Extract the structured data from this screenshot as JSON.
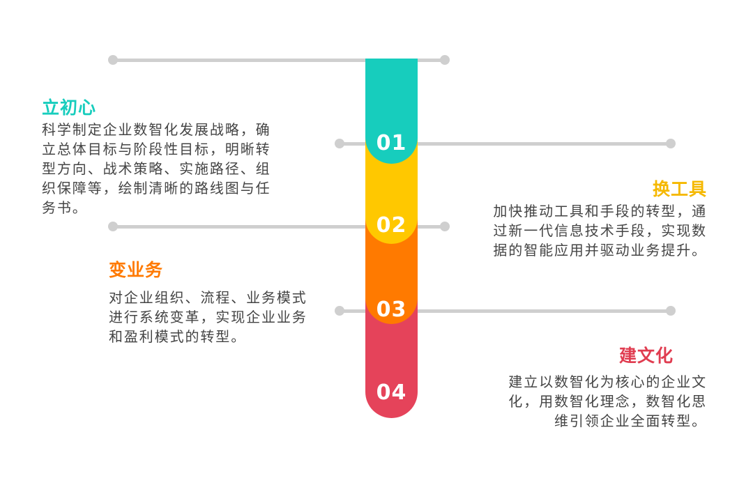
{
  "colors": {
    "teal": "#17cdbd",
    "yellow": "#ffc800",
    "orange": "#ff7a00",
    "red": "#e5435a",
    "line": "#cfcfcf",
    "text": "#444444"
  },
  "steps": [
    {
      "number": "01",
      "title": "立初心",
      "lines": [
        "科学制定企业数智化发展战略，确",
        "立总体目标与阶段性目标，明晰转",
        "型方向、战术策略、实施路径、组",
        "织保障等，绘制清晰的路线图与任",
        "务书。"
      ]
    },
    {
      "number": "02",
      "title": "换工具",
      "lines": [
        "加快推动工具和手段的转型，通",
        "过新一代信息技术手段，实现数",
        "据的智能应用并驱动业务提升。"
      ]
    },
    {
      "number": "03",
      "title": "变业务",
      "lines": [
        "对企业组织、流程、业务模式",
        "进行系统变革，实现企业业务",
        "和盈利模式的转型。"
      ]
    },
    {
      "number": "04",
      "title": "建文化",
      "lines": [
        "建立以数智化为核心的企业文",
        "化，用数智化理念，数智化思",
        "维引领企业全面转型。"
      ]
    }
  ]
}
